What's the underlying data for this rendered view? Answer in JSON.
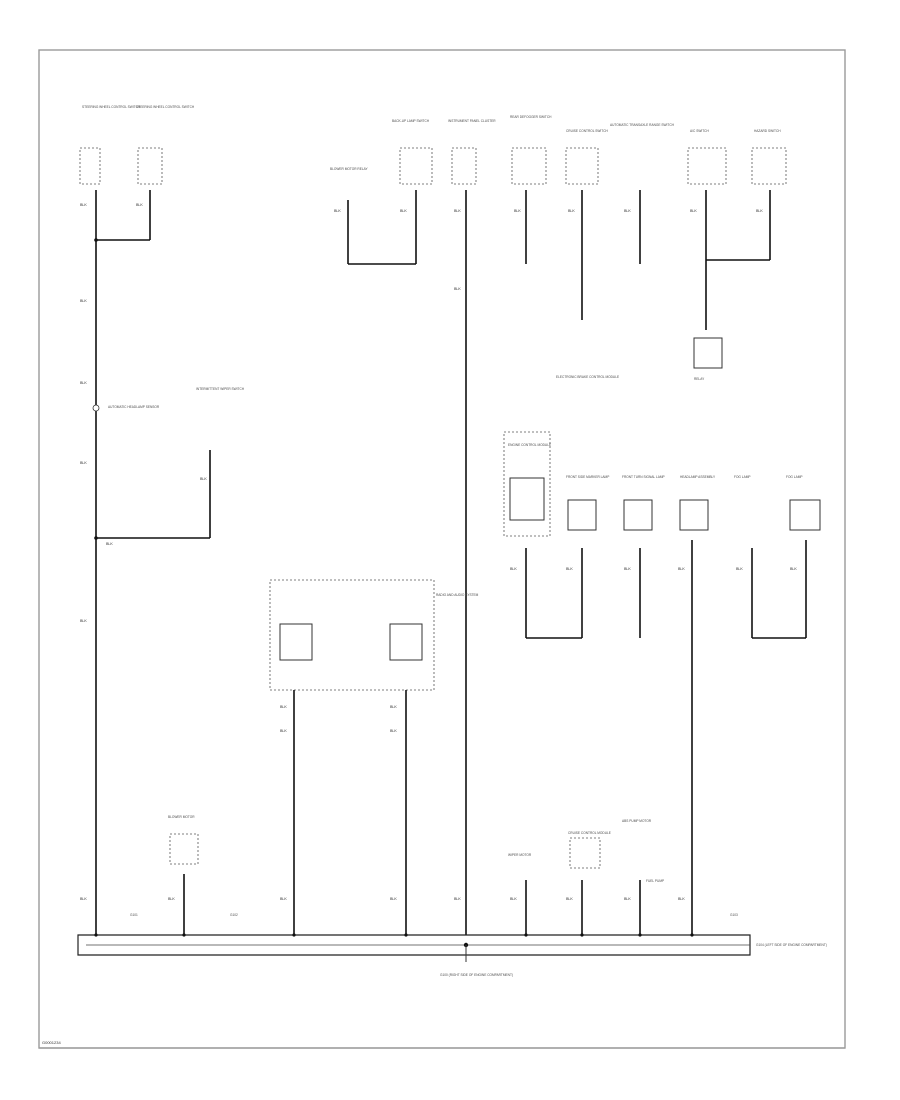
{
  "labels": {
    "top_left_1": "STEERING WHEEL CONTROL SWITCH",
    "top_left_2": "STEERING WHEEL CONTROL SWITCH",
    "top_mid_1": "BLOWER MOTOR RELAY",
    "top_mid_2": "BACK-UP LAMP SWITCH",
    "top_mid_3": "INSTRUMENT PANEL CLUSTER",
    "top_mid_4": "REAR DEFOGGER SWITCH",
    "top_right_1": "CRUISE CONTROL SWITCH",
    "top_right_2": "AUTOMATIC TRANSAXLE RANGE SWITCH",
    "top_right_3": "A/C SWITCH",
    "top_right_4": "HAZARD SWITCH",
    "left_mid_1": "AUTOMATIC HEADLAMP SENSOR",
    "left_mid_2": "INTERMITTENT WIPER SWITCH",
    "center_right_1": "ELECTRONIC BRAKE CONTROL MODULE",
    "ecm_label": "ENGINE CONTROL MODULE",
    "right_comp_1": "FRONT SIDE MARKER LAMP",
    "right_comp_2": "FRONT TURN SIGNAL LAMP",
    "right_comp_3": "HEADLAMP ASSEMBLY",
    "right_comp_4": "FOG LAMP",
    "right_comp_5": "FOG LAMP",
    "center_group": "RADIO AND AUDIO SYSTEM",
    "relay_block": "RELAY",
    "bottom_1": "BLOWER MOTOR",
    "bottom_2": "WIPER MOTOR",
    "bottom_3": "CRUISE CONTROL MODULE",
    "bottom_4": "ABS PUMP MOTOR",
    "bottom_5": "FUEL PUMP",
    "bottom_6": "G101",
    "bottom_7": "G102",
    "bottom_8": "G103",
    "ground_center": "G100 (RIGHT SIDE OF ENGINE COMPARTMENT)",
    "ground_right": "G104 (LEFT SIDE OF ENGINE COMPARTMENT)",
    "pin_blk": "BLK",
    "footer_code": "G0001234"
  }
}
